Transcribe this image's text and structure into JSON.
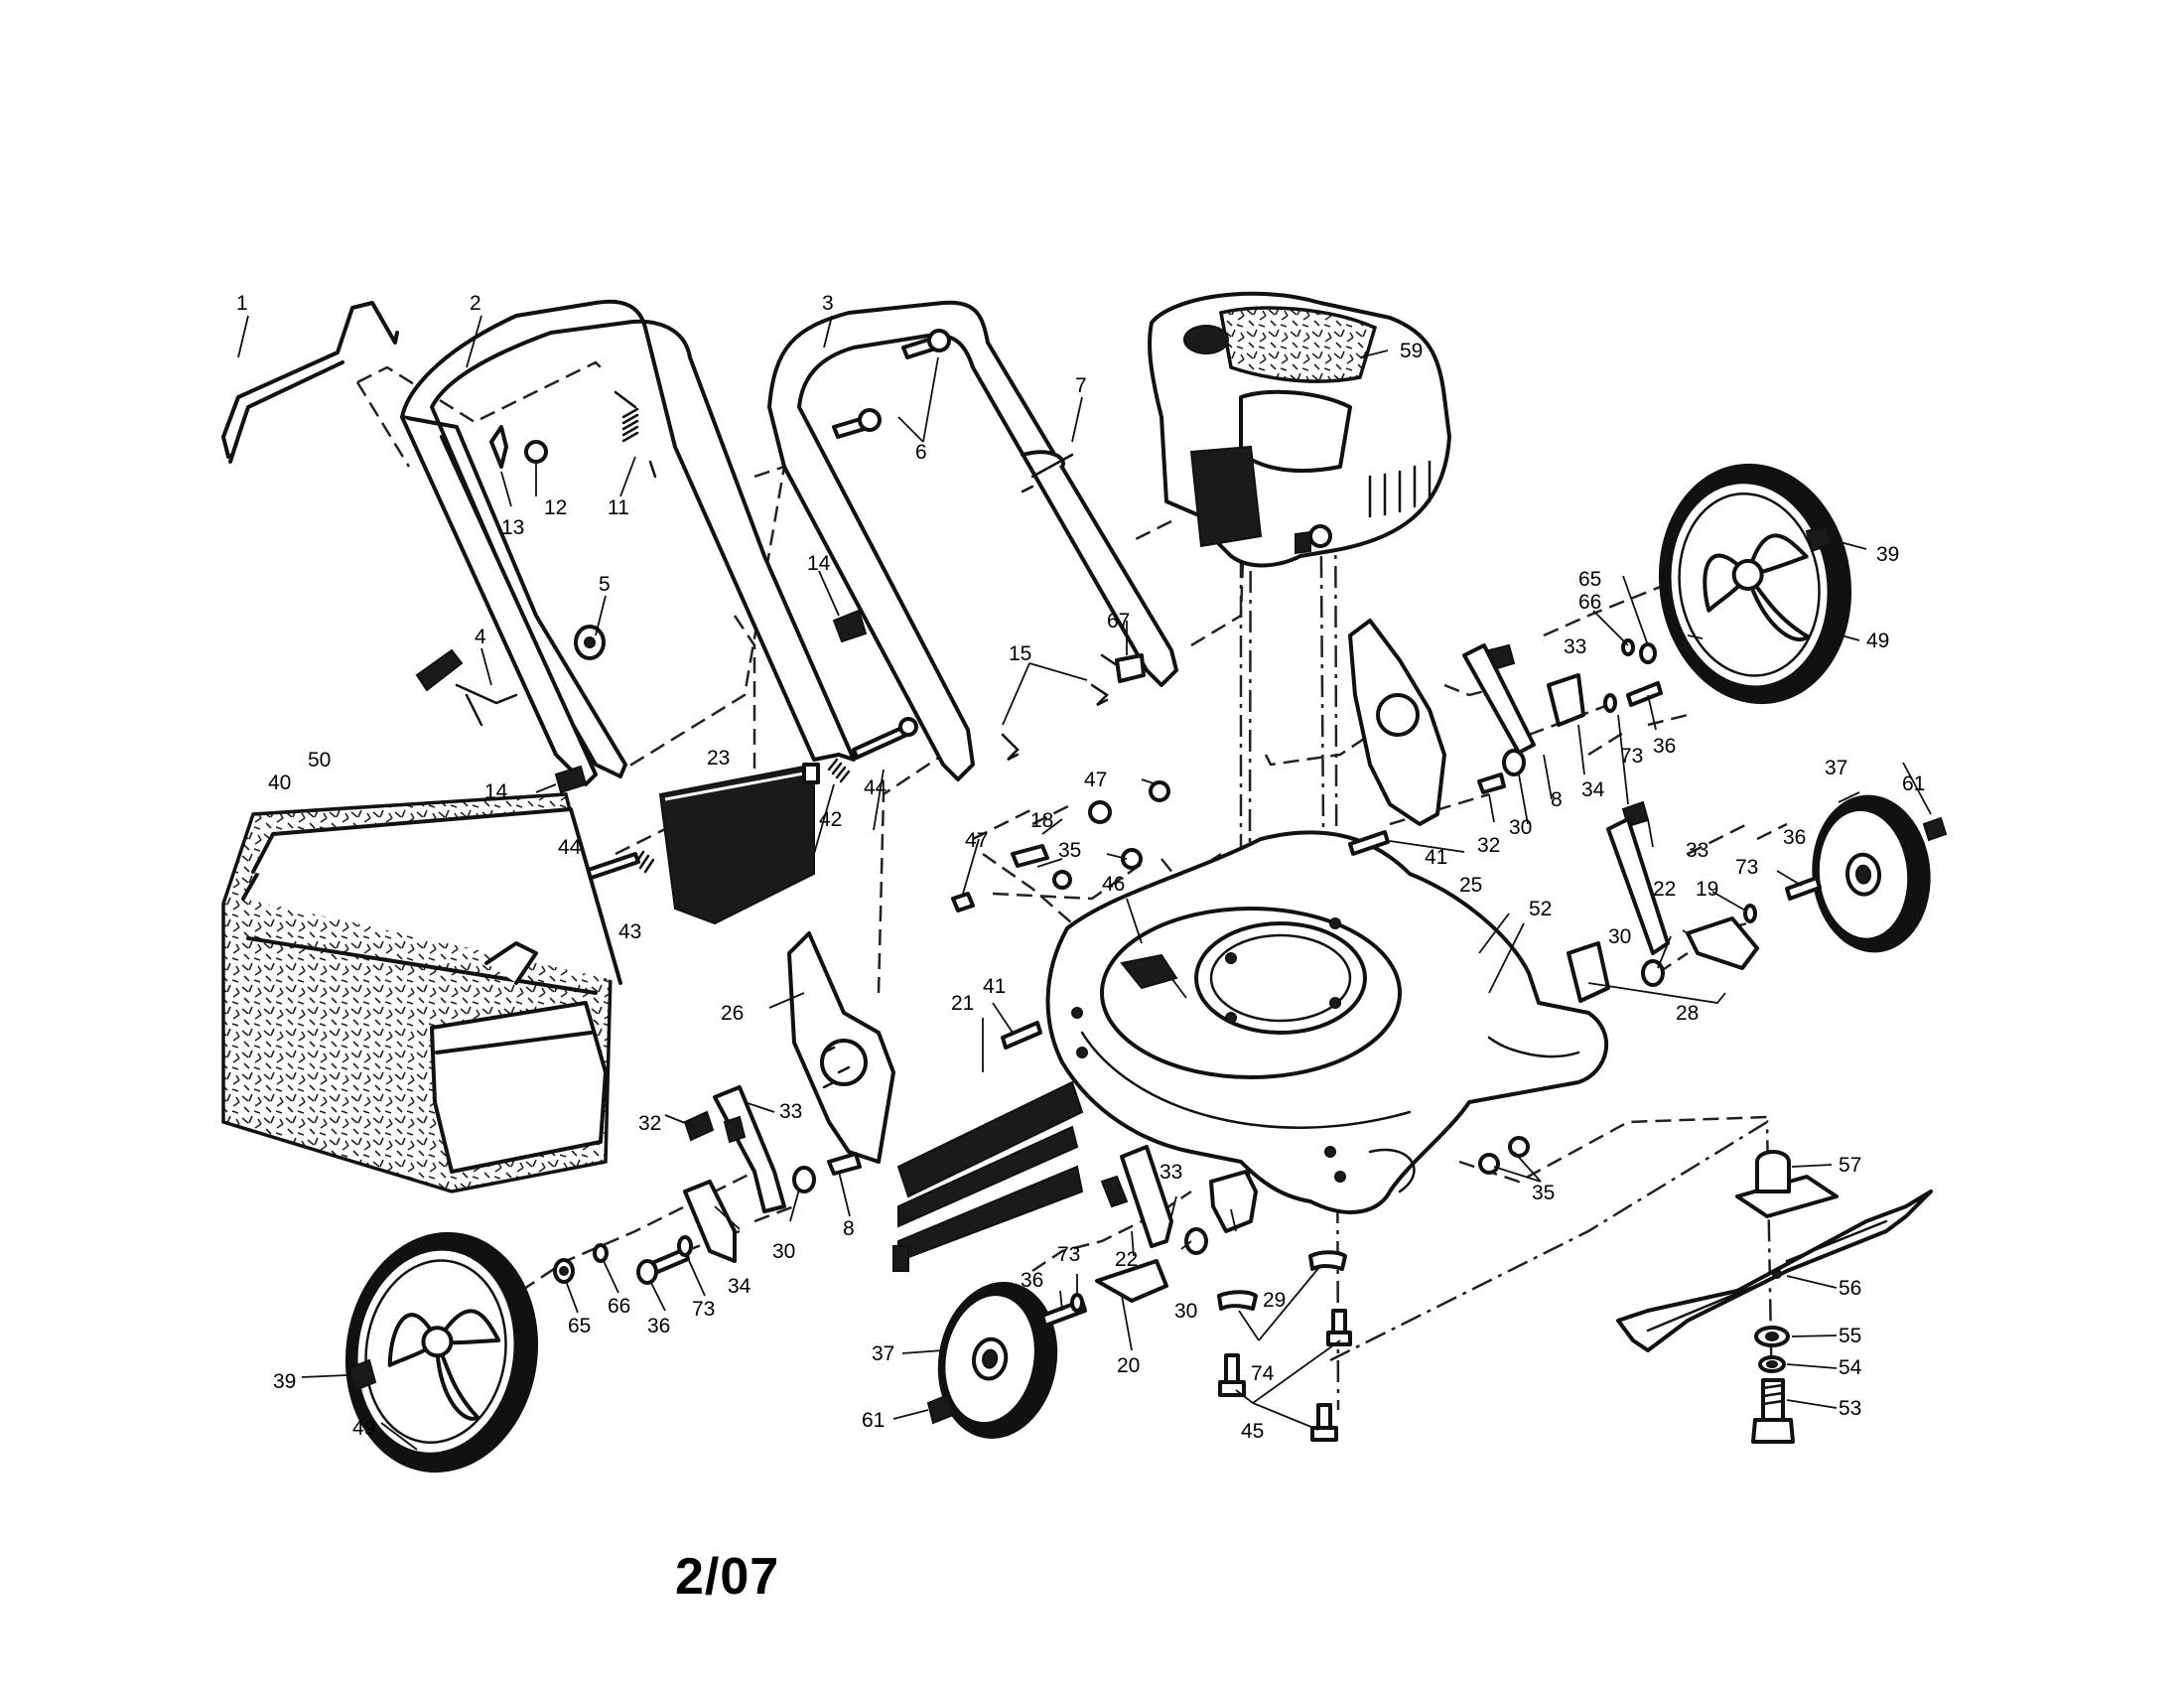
{
  "diagram": {
    "date_code": "2/07",
    "callouts": [
      {
        "id": "c1",
        "text": "1"
      },
      {
        "id": "c2",
        "text": "2"
      },
      {
        "id": "c3",
        "text": "3"
      },
      {
        "id": "c4",
        "text": "4"
      },
      {
        "id": "c5",
        "text": "5"
      },
      {
        "id": "c6",
        "text": "6"
      },
      {
        "id": "c7",
        "text": "7"
      },
      {
        "id": "c8a",
        "text": "8"
      },
      {
        "id": "c8b",
        "text": "8"
      },
      {
        "id": "c11",
        "text": "11"
      },
      {
        "id": "c12",
        "text": "12"
      },
      {
        "id": "c13",
        "text": "13"
      },
      {
        "id": "c14a",
        "text": "14"
      },
      {
        "id": "c14b",
        "text": "14"
      },
      {
        "id": "c15",
        "text": "15"
      },
      {
        "id": "c18",
        "text": "18"
      },
      {
        "id": "c19",
        "text": "19"
      },
      {
        "id": "c20",
        "text": "20"
      },
      {
        "id": "c21",
        "text": "21"
      },
      {
        "id": "c22a",
        "text": "22"
      },
      {
        "id": "c22b",
        "text": "22"
      },
      {
        "id": "c23",
        "text": "23"
      },
      {
        "id": "c25",
        "text": "25"
      },
      {
        "id": "c26",
        "text": "26"
      },
      {
        "id": "c28",
        "text": "28"
      },
      {
        "id": "c29",
        "text": "29"
      },
      {
        "id": "c30a",
        "text": "30"
      },
      {
        "id": "c30b",
        "text": "30"
      },
      {
        "id": "c30c",
        "text": "30"
      },
      {
        "id": "c30d",
        "text": "30"
      },
      {
        "id": "c32a",
        "text": "32"
      },
      {
        "id": "c32b",
        "text": "32"
      },
      {
        "id": "c33a",
        "text": "33"
      },
      {
        "id": "c33b",
        "text": "33"
      },
      {
        "id": "c33c",
        "text": "33"
      },
      {
        "id": "c33d",
        "text": "33"
      },
      {
        "id": "c34a",
        "text": "34"
      },
      {
        "id": "c34b",
        "text": "34"
      },
      {
        "id": "c35a",
        "text": "35"
      },
      {
        "id": "c35b",
        "text": "35"
      },
      {
        "id": "c36a",
        "text": "36"
      },
      {
        "id": "c36b",
        "text": "36"
      },
      {
        "id": "c36c",
        "text": "36"
      },
      {
        "id": "c36d",
        "text": "36"
      },
      {
        "id": "c37a",
        "text": "37"
      },
      {
        "id": "c37b",
        "text": "37"
      },
      {
        "id": "c39a",
        "text": "39"
      },
      {
        "id": "c39b",
        "text": "39"
      },
      {
        "id": "c40",
        "text": "40"
      },
      {
        "id": "c41a",
        "text": "41"
      },
      {
        "id": "c41b",
        "text": "41"
      },
      {
        "id": "c42",
        "text": "42"
      },
      {
        "id": "c43",
        "text": "43"
      },
      {
        "id": "c44a",
        "text": "44"
      },
      {
        "id": "c44b",
        "text": "44"
      },
      {
        "id": "c45",
        "text": "45"
      },
      {
        "id": "c46",
        "text": "46"
      },
      {
        "id": "c47a",
        "text": "47"
      },
      {
        "id": "c47b",
        "text": "47"
      },
      {
        "id": "c49a",
        "text": "49"
      },
      {
        "id": "c49b",
        "text": "49"
      },
      {
        "id": "c50",
        "text": "50"
      },
      {
        "id": "c52",
        "text": "52"
      },
      {
        "id": "c53",
        "text": "53"
      },
      {
        "id": "c54",
        "text": "54"
      },
      {
        "id": "c55",
        "text": "55"
      },
      {
        "id": "c56",
        "text": "56"
      },
      {
        "id": "c57",
        "text": "57"
      },
      {
        "id": "c59",
        "text": "59"
      },
      {
        "id": "c61a",
        "text": "61"
      },
      {
        "id": "c61b",
        "text": "61"
      },
      {
        "id": "c65a",
        "text": "65"
      },
      {
        "id": "c65b",
        "text": "65"
      },
      {
        "id": "c66a",
        "text": "66"
      },
      {
        "id": "c66b",
        "text": "66"
      },
      {
        "id": "c67",
        "text": "67"
      },
      {
        "id": "c73a",
        "text": "73"
      },
      {
        "id": "c73b",
        "text": "73"
      },
      {
        "id": "c73c",
        "text": "73"
      },
      {
        "id": "c73d",
        "text": "73"
      },
      {
        "id": "c74",
        "text": "74"
      }
    ]
  }
}
